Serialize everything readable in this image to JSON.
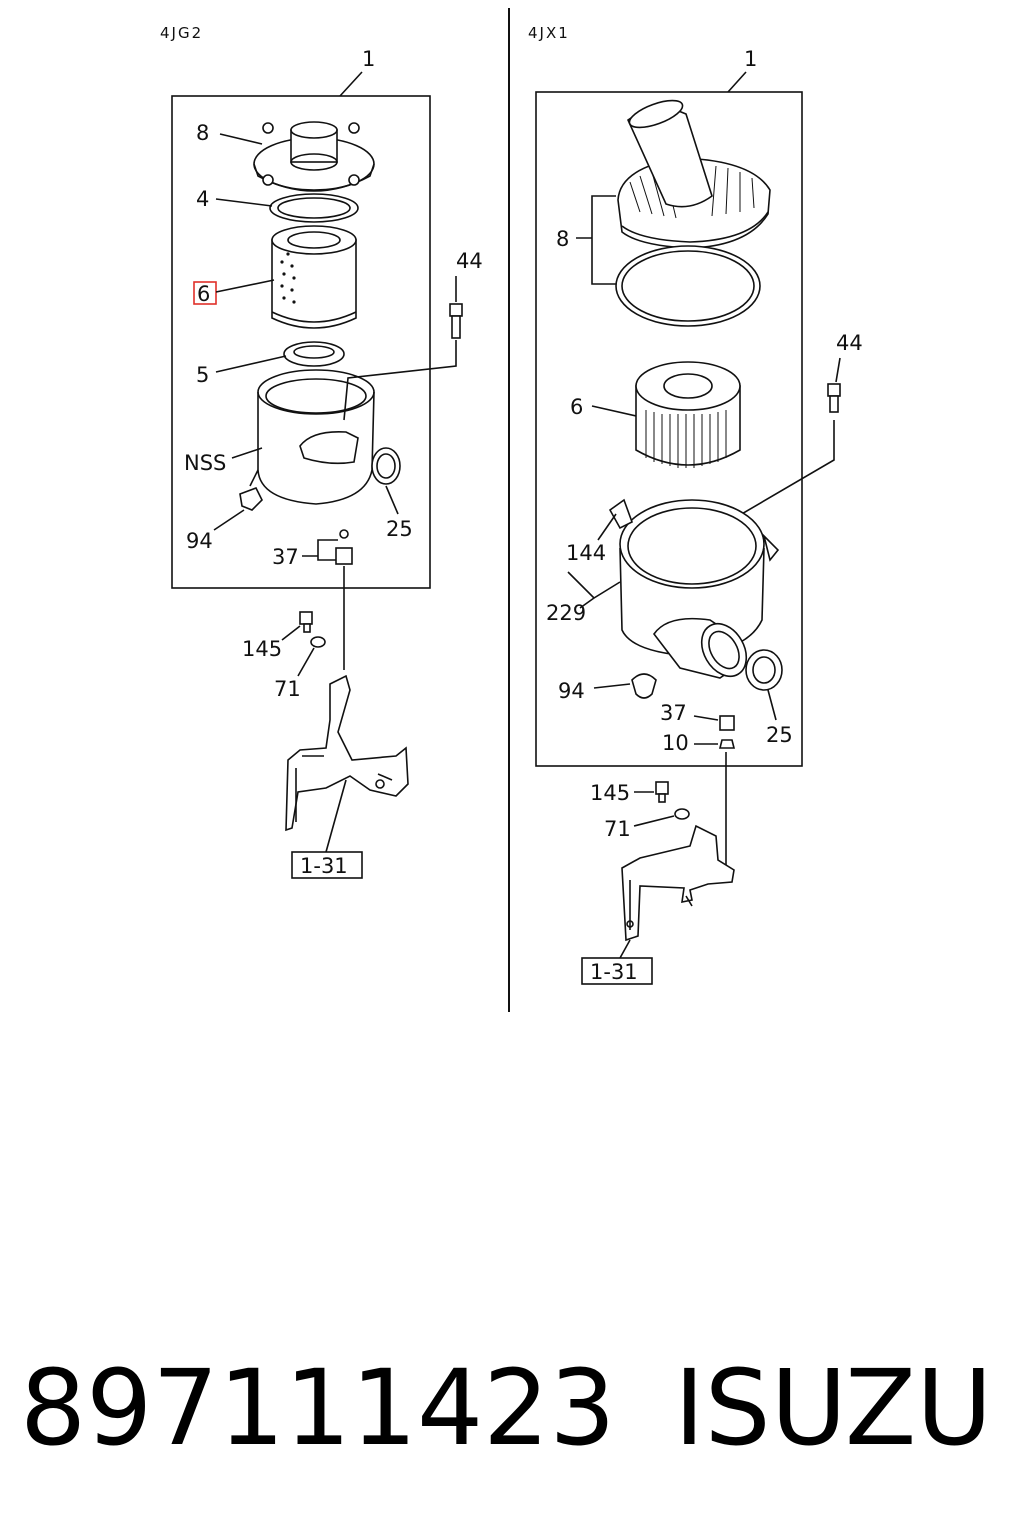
{
  "left": {
    "engine": "4JG2",
    "assembly_label": "1",
    "labels": {
      "p8": "8",
      "p4": "4",
      "p6": "6",
      "p5": "5",
      "nss": "NSS",
      "p94": "94",
      "p25": "25",
      "p37": "37",
      "p44": "44",
      "p145": "145",
      "p71": "71"
    },
    "ref": "1-31"
  },
  "right": {
    "engine": "4JX1",
    "assembly_label": "1",
    "labels": {
      "p8": "8",
      "p44": "44",
      "p6": "6",
      "p144": "144",
      "p229": "229",
      "p94": "94",
      "p37": "37",
      "p10": "10",
      "p25": "25",
      "p145": "145",
      "p71": "71"
    },
    "ref": "1-31"
  },
  "highlight_color": "#e0302a",
  "footer": {
    "part_number": "897111423",
    "brand": "ISUZU"
  }
}
